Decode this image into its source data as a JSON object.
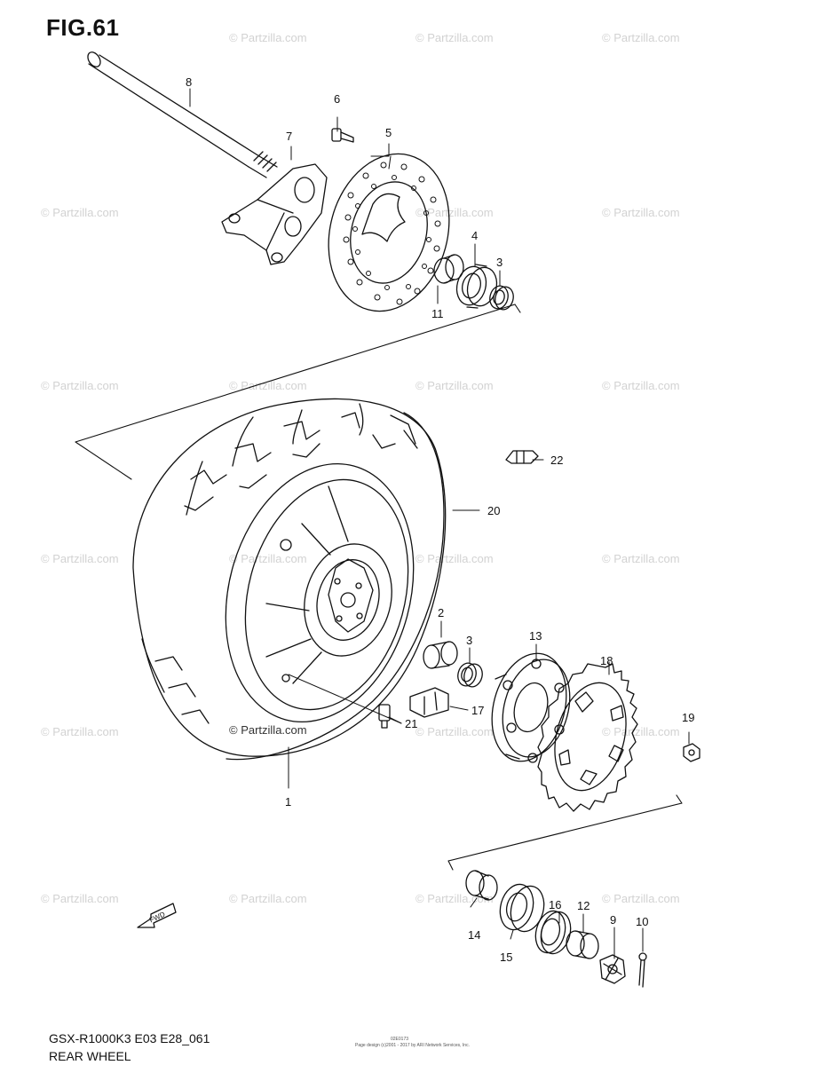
{
  "figure": {
    "title": "FIG.61",
    "model_code": "GSX-R1000K3 E03 E28_061",
    "section": "REAR WHEEL",
    "part_code": "02E0173",
    "copyright_note": "Page design (c)2001 - 2017 by ARI Network Services, Inc."
  },
  "watermark": {
    "text": "© Partzilla.com"
  },
  "fwd_arrow_label": "FWD",
  "parts": [
    {
      "num": "1",
      "name": "wheel"
    },
    {
      "num": "2",
      "name": "spacer"
    },
    {
      "num": "3",
      "name": "bearing"
    },
    {
      "num": "4",
      "name": "bearing"
    },
    {
      "num": "5",
      "name": "brake-disc"
    },
    {
      "num": "6",
      "name": "disc-bolt"
    },
    {
      "num": "7",
      "name": "caliper-bracket"
    },
    {
      "num": "8",
      "name": "axle"
    },
    {
      "num": "9",
      "name": "axle-nut"
    },
    {
      "num": "10",
      "name": "cotter-pin"
    },
    {
      "num": "11",
      "name": "spacer"
    },
    {
      "num": "12",
      "name": "spacer"
    },
    {
      "num": "13",
      "name": "sprocket-drum"
    },
    {
      "num": "14",
      "name": "spacer"
    },
    {
      "num": "15",
      "name": "bearing"
    },
    {
      "num": "16",
      "name": "oil-seal"
    },
    {
      "num": "17",
      "name": "damper"
    },
    {
      "num": "18",
      "name": "sprocket"
    },
    {
      "num": "19",
      "name": "sprocket-nut"
    },
    {
      "num": "20",
      "name": "tire"
    },
    {
      "num": "21",
      "name": "valve"
    },
    {
      "num": "22",
      "name": "balancer-weight"
    }
  ]
}
